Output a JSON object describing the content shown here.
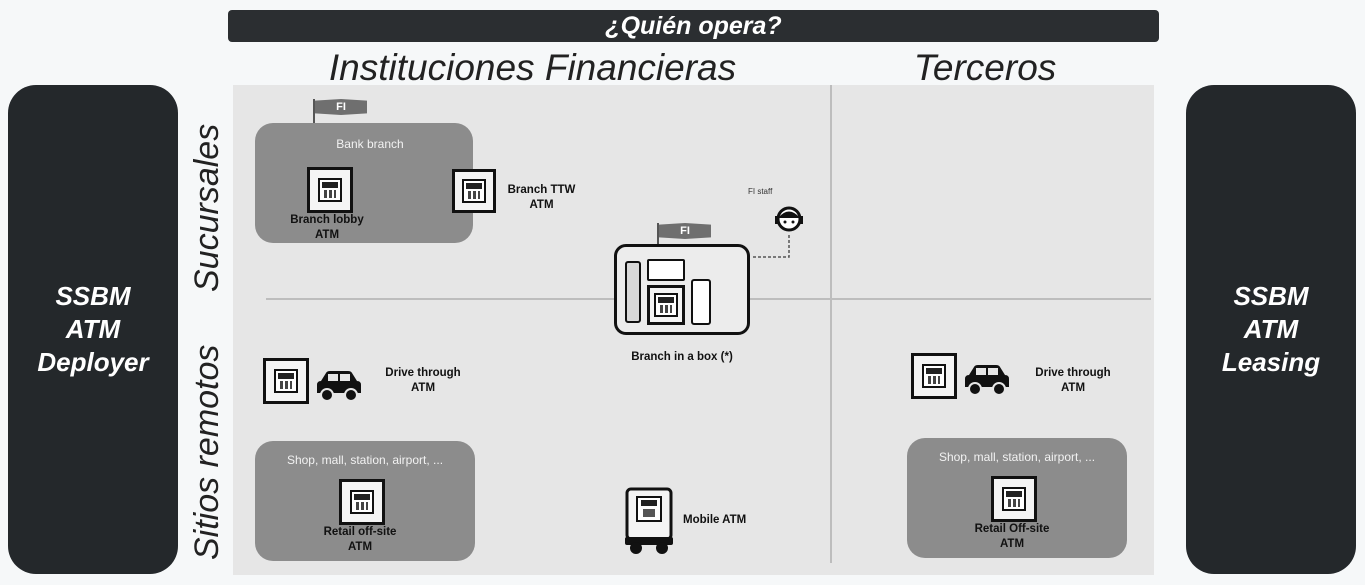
{
  "header": {
    "title": "¿Quién opera?"
  },
  "columns": {
    "left": "Instituciones Financieras",
    "right": "Terceros"
  },
  "rows": {
    "top": "Sucursales",
    "bottom": "Sitios remotos"
  },
  "left_panel": {
    "line1": "SSBM",
    "line2": "ATM",
    "line3": "Deployer"
  },
  "right_panel": {
    "line1": "SSBM",
    "line2": "ATM",
    "line3": "Leasing"
  },
  "diagram": {
    "flag_text": "FI",
    "bank_branch": {
      "title": "Bank branch",
      "atm_label_1": "Branch lobby",
      "atm_label_2": "ATM"
    },
    "branch_ttw": {
      "line1": "Branch TTW",
      "line2": "ATM"
    },
    "fi_staff": "FI staff",
    "branch_in_box": "Branch in a box (*)",
    "drive_left": {
      "line1": "Drive through",
      "line2": "ATM"
    },
    "drive_right": {
      "line1": "Drive through",
      "line2": "ATM"
    },
    "retail_left": {
      "title": "Shop, mall, station, airport, ...",
      "line1": "Retail off-site",
      "line2": "ATM"
    },
    "retail_right": {
      "title": "Shop, mall, station, airport, ...",
      "line1": "Retail Off-site",
      "line2": "ATM"
    },
    "mobile_atm": "Mobile ATM",
    "atm_text": "ATM"
  }
}
